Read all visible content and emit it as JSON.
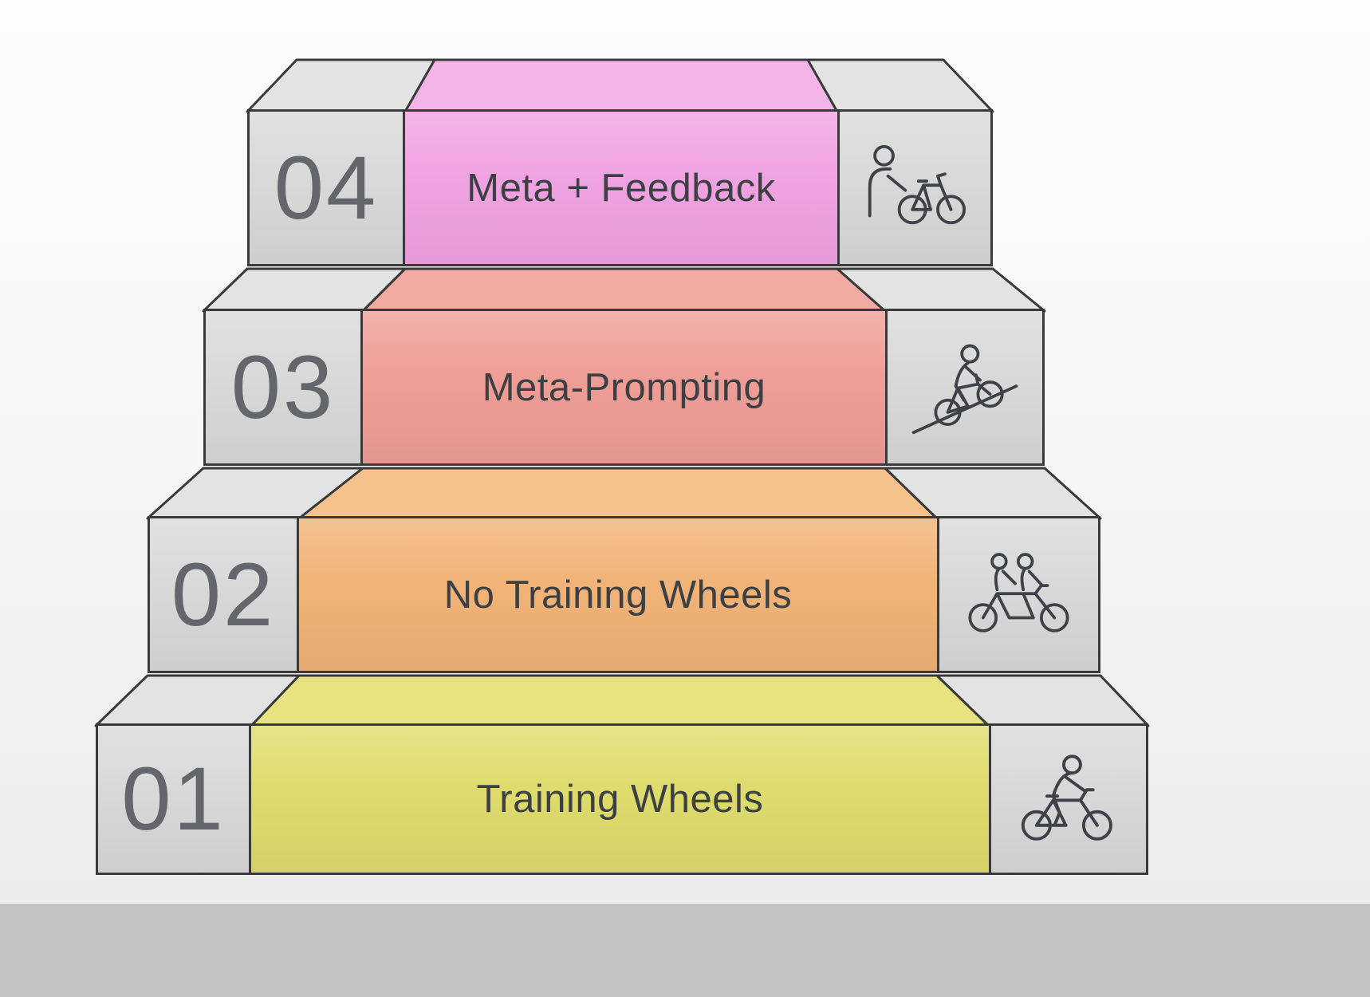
{
  "colors": {
    "outline": "#3a3a3a",
    "gray_face": "#d9d9d9",
    "gray_top": "#e3e3e4",
    "number_text": "#63676c",
    "label_text": "#3c4043",
    "icon_stroke": "#3d4248",
    "floor_band": "#c3c3c5"
  },
  "levels": [
    {
      "number": "04",
      "label": "Meta + Feedback",
      "icon": "standing-person-with-bike-icon",
      "face_color": "#f0a3e2",
      "top_color": "#f3b4e8"
    },
    {
      "number": "03",
      "label": "Meta-Prompting",
      "icon": "uphill-cyclist-icon",
      "face_color": "#ef9e97",
      "top_color": "#f2aba3"
    },
    {
      "number": "02",
      "label": "No Training Wheels",
      "icon": "tandem-cyclists-icon",
      "face_color": "#f1b377",
      "top_color": "#f5c28c"
    },
    {
      "number": "01",
      "label": "Training Wheels",
      "icon": "cyclist-icon",
      "face_color": "#dfdc6d",
      "top_color": "#e6e380"
    }
  ]
}
